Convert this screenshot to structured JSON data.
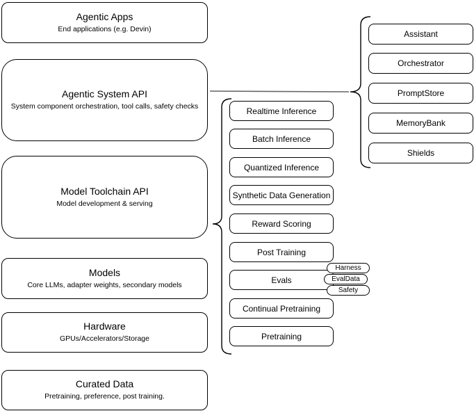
{
  "diagram": {
    "stack": [
      {
        "title": "Agentic Apps",
        "subtitle": "End applications (e.g. Devin)"
      },
      {
        "title": "Agentic System API",
        "subtitle": "System component orchestration, tool calls, safety checks"
      },
      {
        "title": "Model Toolchain API",
        "subtitle": "Model development & serving"
      },
      {
        "title": "Models",
        "subtitle": "Core LLMs, adapter weights, secondary models"
      },
      {
        "title": "Hardware",
        "subtitle": "GPUs/Accelerators/Storage"
      },
      {
        "title": "Curated Data",
        "subtitle": "Pretraining, preference, post training."
      }
    ],
    "toolchain_items": [
      "Realtime Inference",
      "Batch Inference",
      "Quantized Inference",
      "Synthetic Data Generation",
      "Reward Scoring",
      "Post Training",
      "Evals",
      "Continual Pretraining",
      "Pretraining"
    ],
    "eval_pills": [
      "Harness",
      "EvalData",
      "Safety"
    ],
    "system_components": [
      "Assistant",
      "Orchestrator",
      "PromptStore",
      "MemoryBank",
      "Shields"
    ],
    "colors": {
      "stroke": "#000000",
      "fill": "#ffffff",
      "connector_line": "#666666"
    }
  }
}
